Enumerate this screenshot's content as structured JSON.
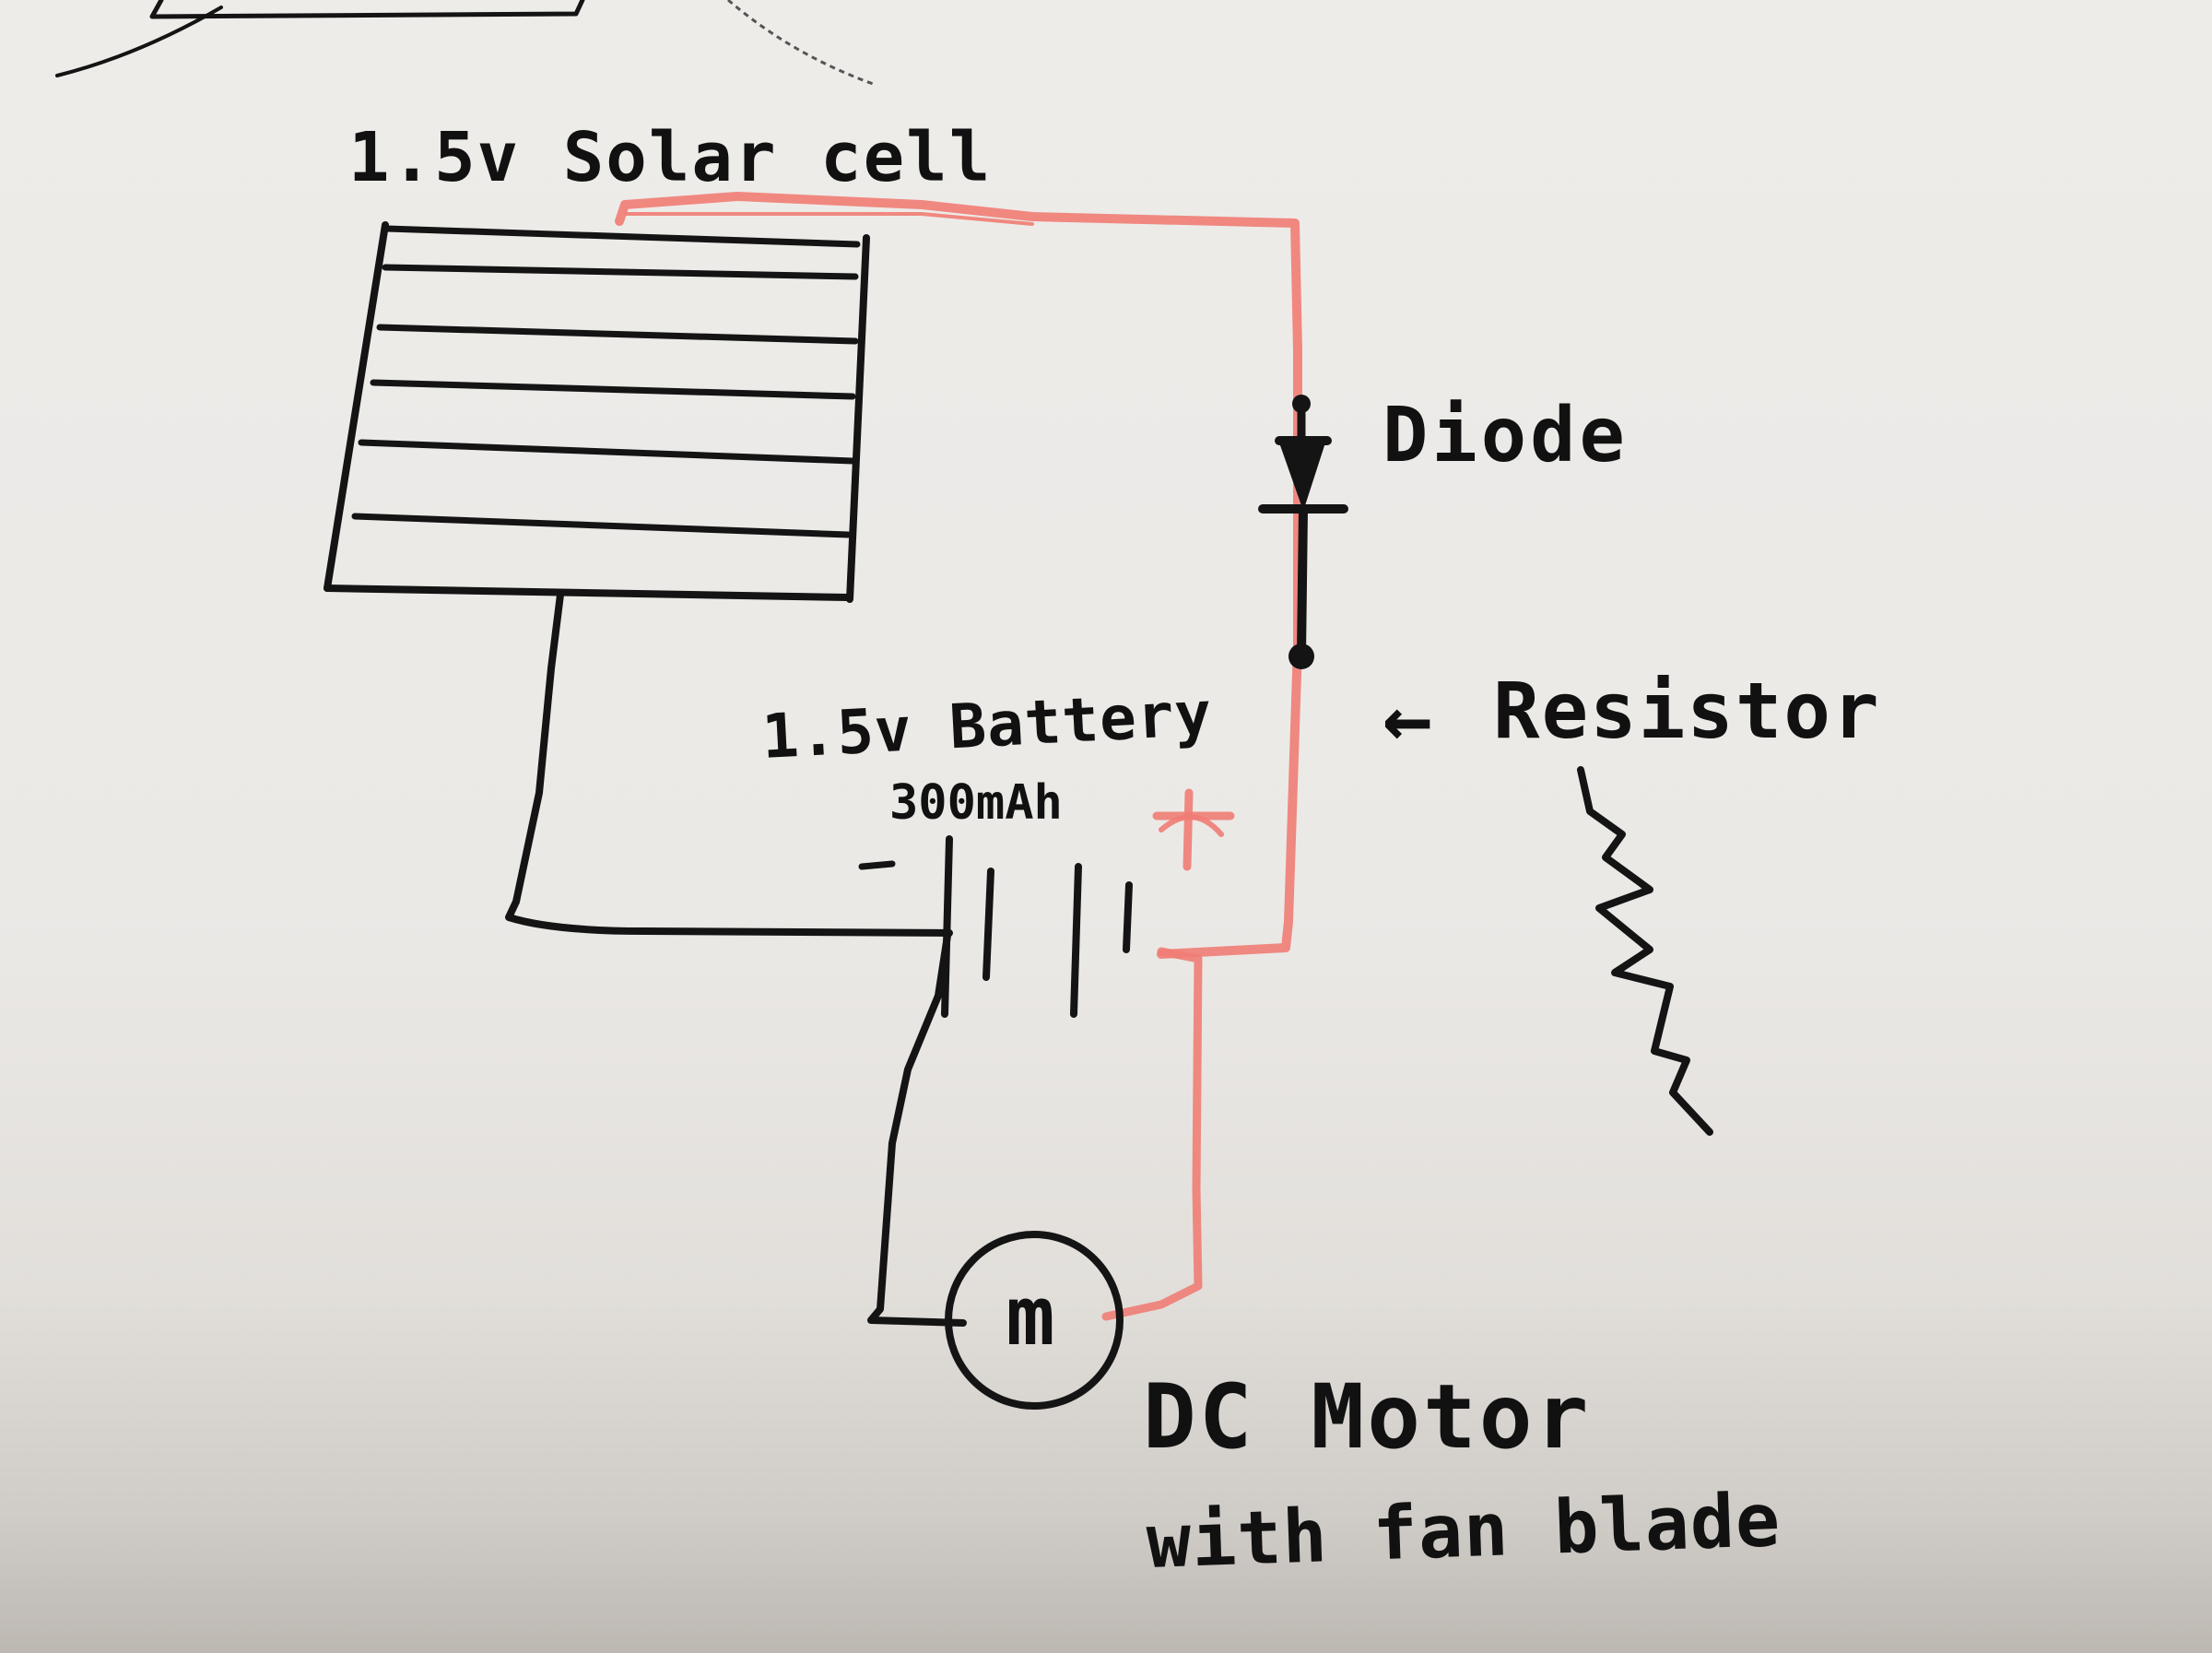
{
  "labels": {
    "solar_cell": "1.5v Solar cell",
    "diode": "Diode",
    "resistor_arrow": "←",
    "resistor": "Resistor",
    "battery": "1.5v Battery",
    "battery_capacity": "300mAh",
    "battery_minus": "−",
    "battery_plus": "+",
    "motor_symbol": "m",
    "motor_line1": "DC Motor",
    "motor_line2": "with fan blade"
  },
  "colors": {
    "ink": "#141414",
    "red_wire": "#ef7d74",
    "paper": "#ebe9e6"
  }
}
